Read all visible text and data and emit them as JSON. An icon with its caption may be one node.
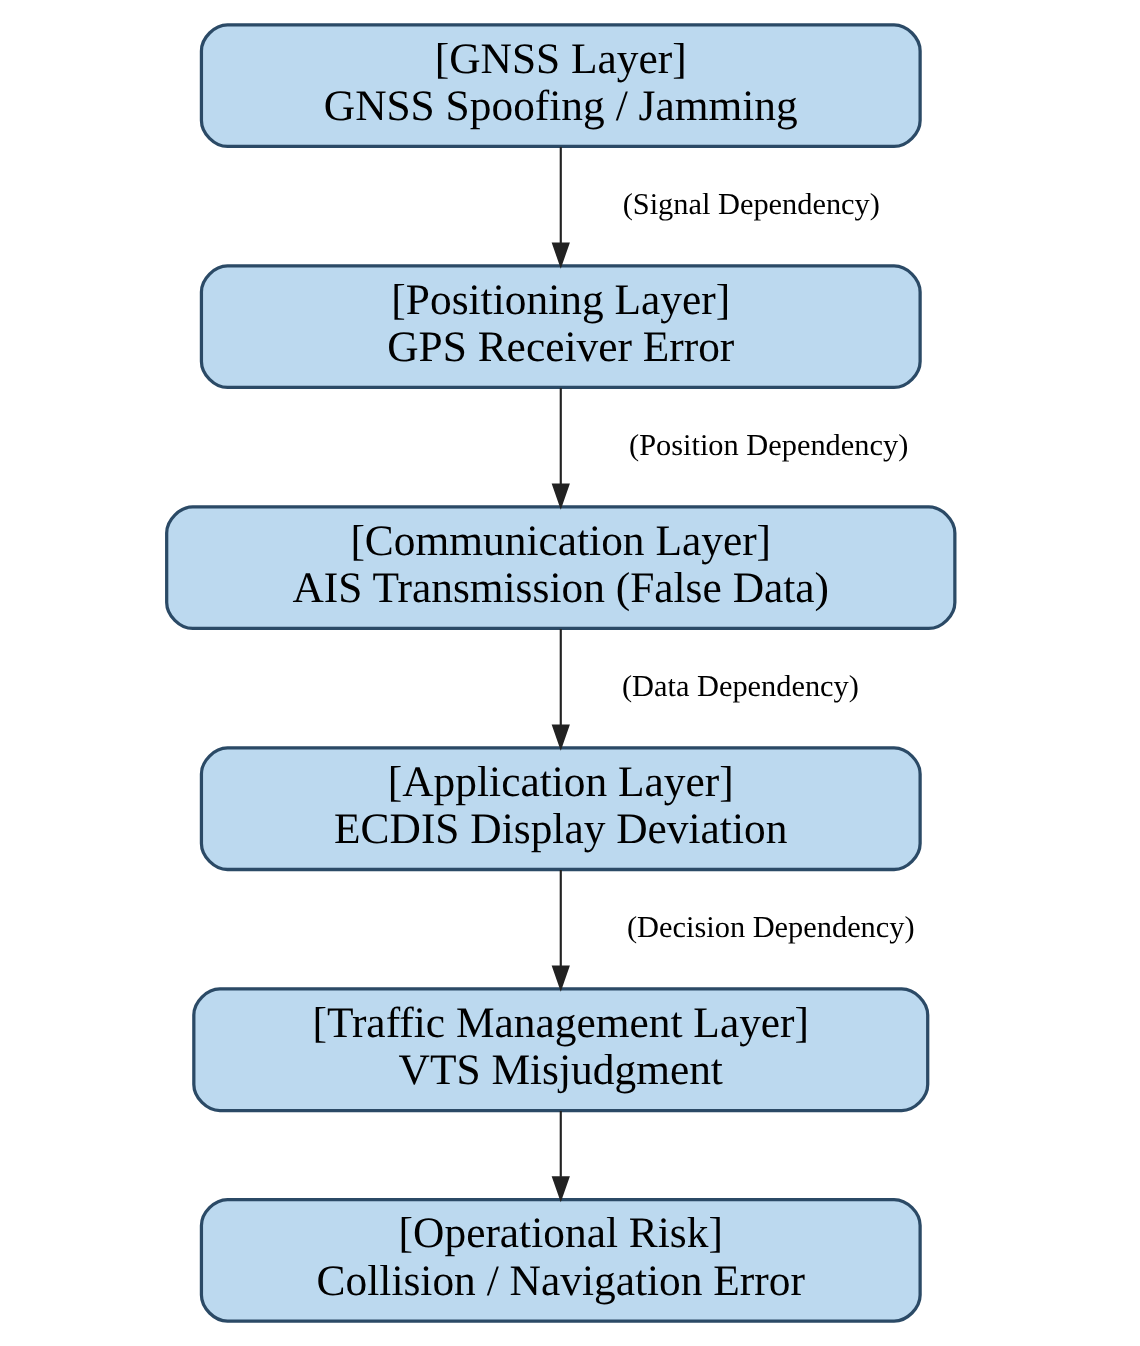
{
  "diagram": {
    "nodes": [
      {
        "text": [
          "[GNSS Layer]",
          "GNSS Spoofing / Jamming"
        ]
      },
      {
        "text": [
          "[Positioning Layer]",
          "GPS Receiver Error"
        ]
      },
      {
        "text": [
          "[Communication Layer]",
          "AIS Transmission (False Data)"
        ]
      },
      {
        "text": [
          "[Application Layer]",
          "ECDIS Display Deviation"
        ]
      },
      {
        "text": [
          "[Traffic Management Layer]",
          "VTS Misjudgment"
        ]
      },
      {
        "text": [
          "[Operational Risk]",
          "Collision / Navigation Error"
        ]
      }
    ],
    "edges": [
      {
        "from": 0,
        "to": 1,
        "arrow": "to",
        "label": "(Signal Dependency)"
      },
      {
        "from": 1,
        "to": 2,
        "arrow": "to",
        "label": "(Position Dependency)"
      },
      {
        "from": 2,
        "to": 3,
        "arrow": "to",
        "label": "(Data Dependency)"
      },
      {
        "from": 3,
        "to": 4,
        "arrow": "to",
        "label": "(Decision Dependency)"
      },
      {
        "from": 4,
        "to": 5,
        "arrow": "to"
      }
    ]
  }
}
